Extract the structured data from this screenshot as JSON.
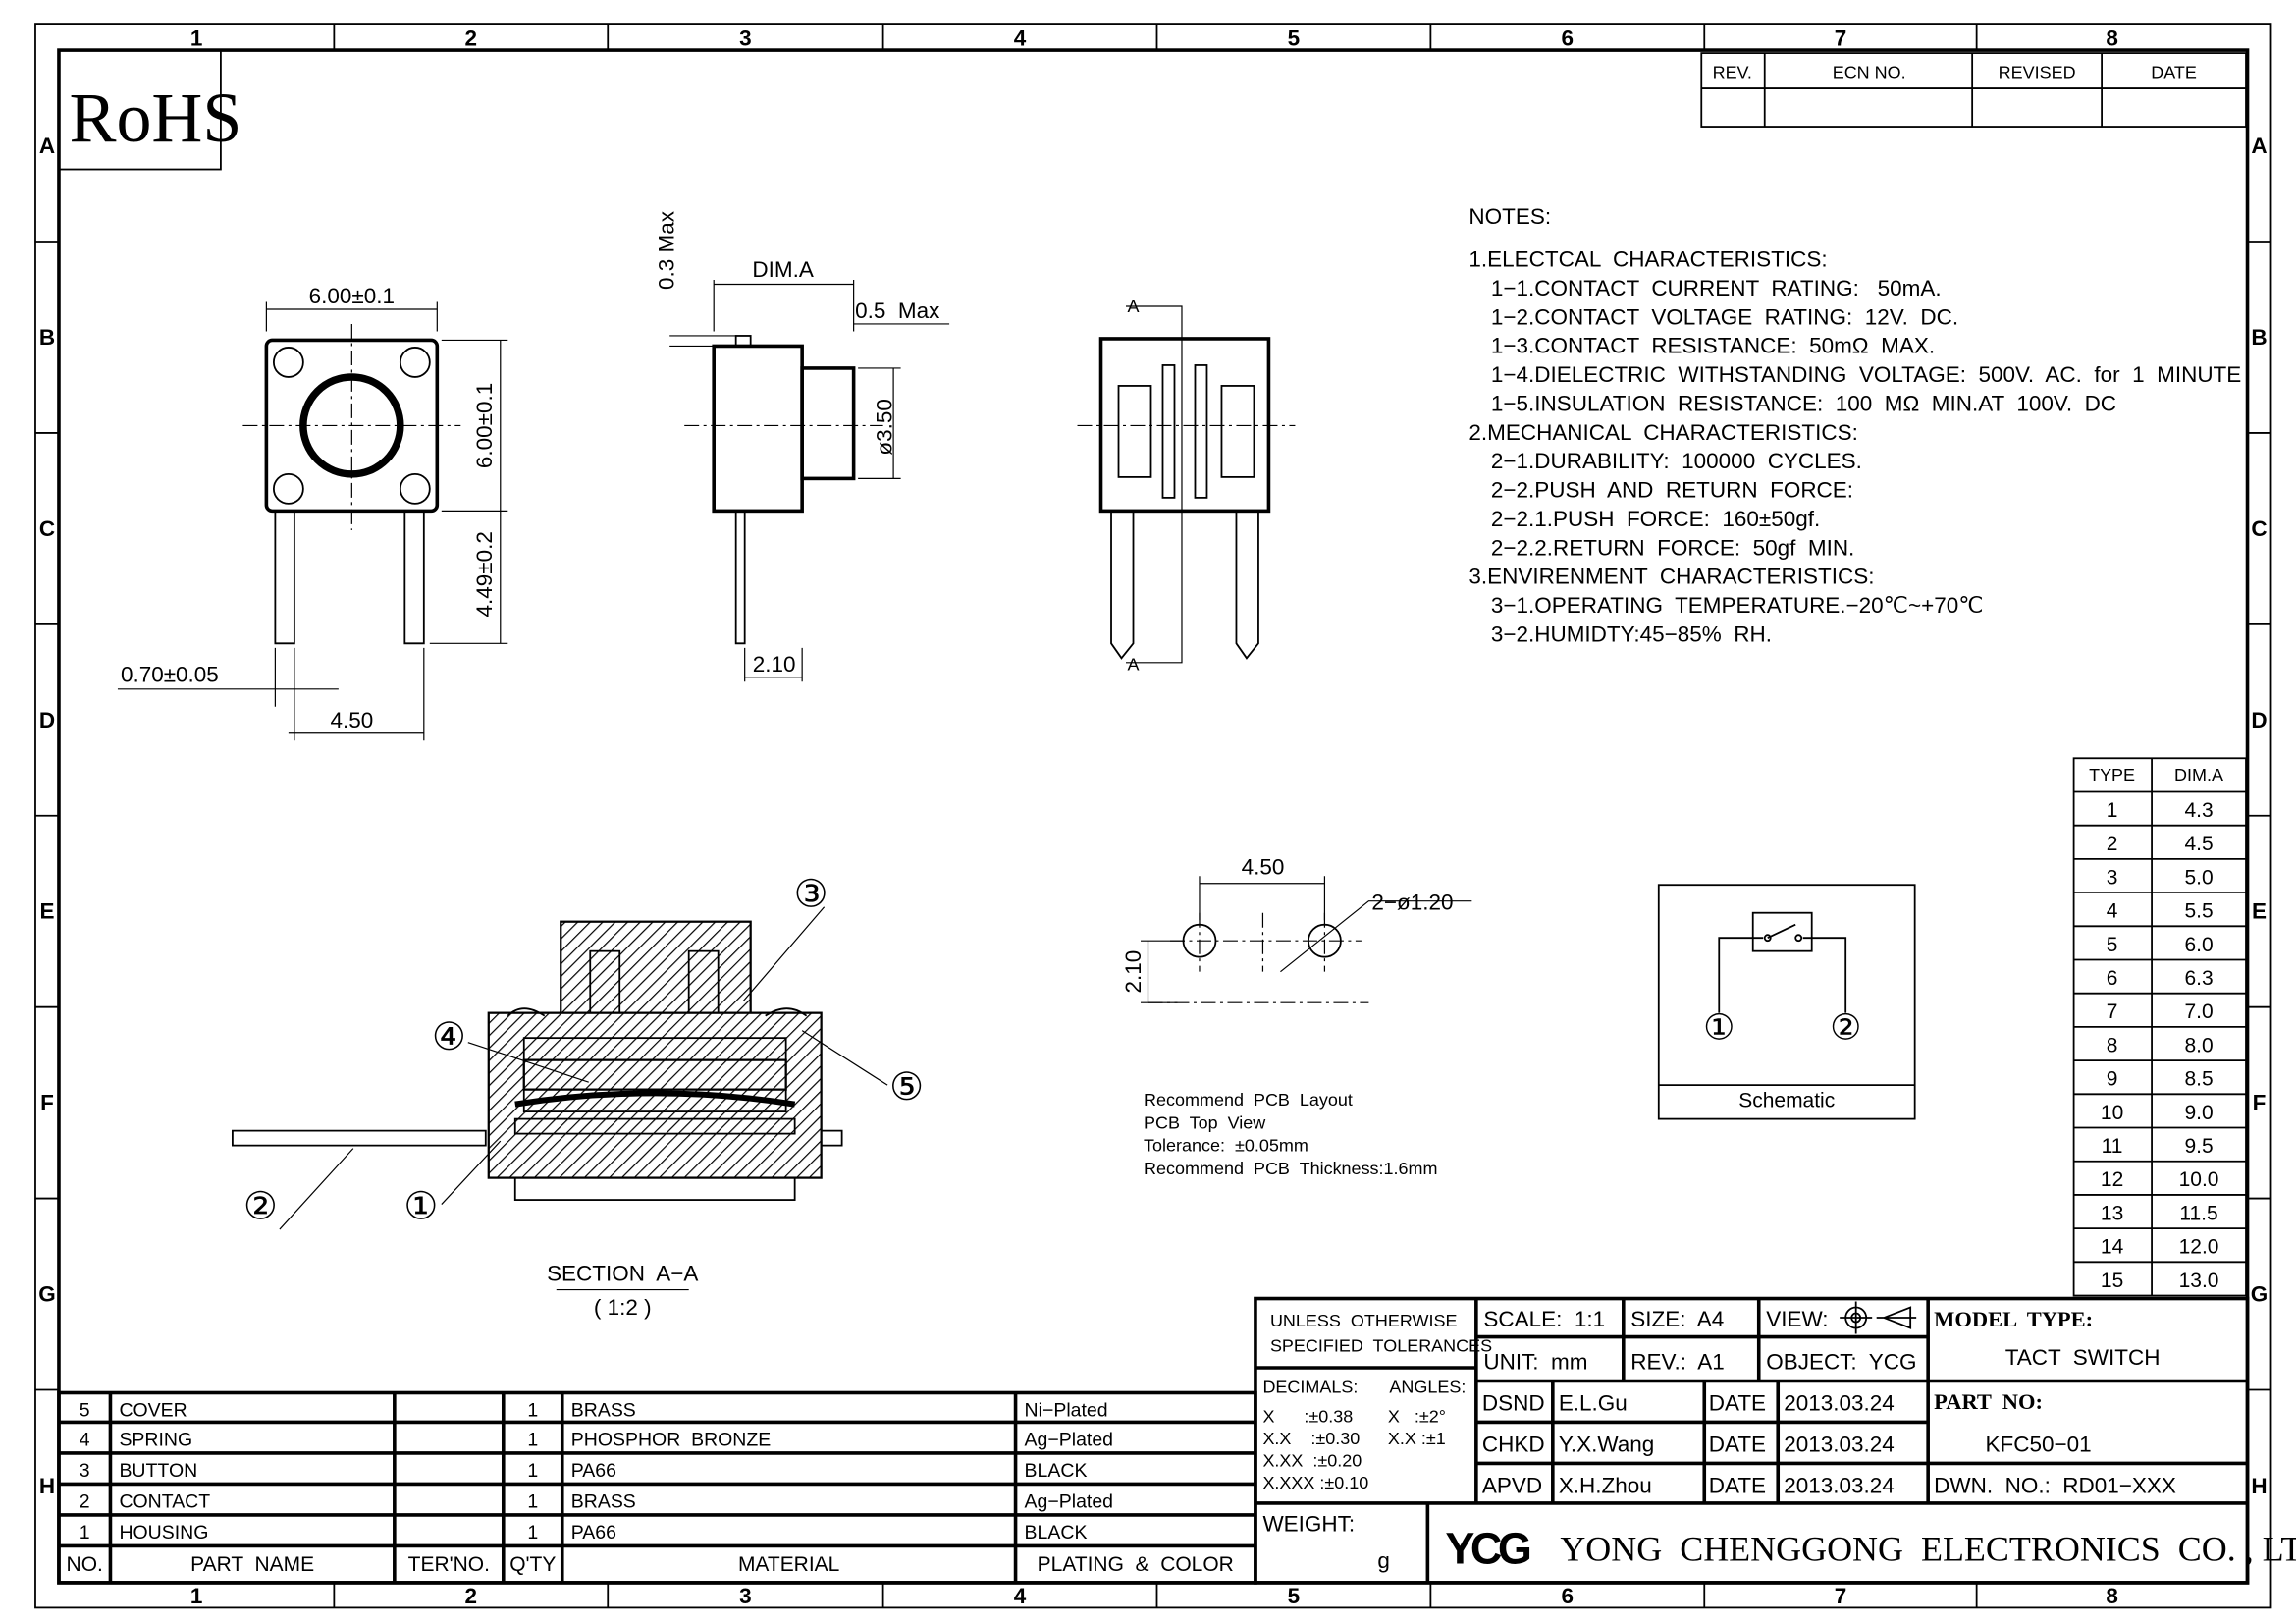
{
  "border": {
    "columns": [
      "1",
      "2",
      "3",
      "4",
      "5",
      "6",
      "7",
      "8"
    ],
    "rows": [
      "A",
      "B",
      "C",
      "D",
      "E",
      "F",
      "G",
      "H"
    ]
  },
  "rohs": "RoHS",
  "revision_table": {
    "headers": [
      "REV.",
      "ECN NO.",
      "REVISED",
      "DATE"
    ]
  },
  "notes": {
    "title": "NOTES:",
    "lines": [
      "1.ELECTCAL  CHARACTERISTICS:",
      "1−1.CONTACT  CURRENT  RATING:   50mA.",
      "1−2.CONTACT  VOLTAGE  RATING:  12V.  DC.",
      "1−3.CONTACT  RESISTANCE:  50mΩ  MAX.",
      "1−4.DIELECTRIC  WITHSTANDING  VOLTAGE:  500V.  AC.  for  1  MINUTE",
      "1−5.INSULATION  RESISTANCE:  100  MΩ  MIN.AT  100V.  DC",
      "2.MECHANICAL  CHARACTERISTICS:",
      "2−1.DURABILITY:  100000  CYCLES.",
      "2−2.PUSH  AND  RETURN  FORCE:",
      "2−2.1.PUSH  FORCE:  160±50gf.",
      "2−2.2.RETURN  FORCE:  50gf  MIN.",
      "3.ENVIRENMENT  CHARACTERISTICS:",
      "3−1.OPERATING  TEMPERATURE.−20℃~+70℃",
      "3−2.HUMIDTY:45−85%  RH."
    ]
  },
  "dims": {
    "top_width": "6.00±0.1",
    "top_height": "6.00±0.1",
    "lead_length": "4.49±0.2",
    "lead_width": "0.70±0.05",
    "lead_pitch": "4.50",
    "max_03": "0.3 Max",
    "dim_a": "DIM.A",
    "max_05": "0.5  Max",
    "dia": "ø3.50",
    "d210": "2.10",
    "sec_a": "A",
    "pcb_pitch": "4.50",
    "pcb_hole": "2−ø1.20",
    "pcb_210": "2.10"
  },
  "section": {
    "title": "SECTION  A−A",
    "scale": "( 1:2 )",
    "callouts": [
      "③",
      "④",
      "⑤",
      "②",
      "①"
    ]
  },
  "pcb_notes": [
    "Recommend  PCB  Layout",
    "PCB  Top  View",
    "Tolerance:  ±0.05mm",
    "Recommend  PCB  Thickness:1.6mm"
  ],
  "schematic": {
    "label": "Schematic",
    "pins": [
      "①",
      "②"
    ]
  },
  "type_table": {
    "headers": [
      "TYPE",
      "DIM.A"
    ],
    "rows": [
      [
        "1",
        "4.3"
      ],
      [
        "2",
        "4.5"
      ],
      [
        "3",
        "5.0"
      ],
      [
        "4",
        "5.5"
      ],
      [
        "5",
        "6.0"
      ],
      [
        "6",
        "6.3"
      ],
      [
        "7",
        "7.0"
      ],
      [
        "8",
        "8.0"
      ],
      [
        "9",
        "8.5"
      ],
      [
        "10",
        "9.0"
      ],
      [
        "11",
        "9.5"
      ],
      [
        "12",
        "10.0"
      ],
      [
        "13",
        "11.5"
      ],
      [
        "14",
        "12.0"
      ],
      [
        "15",
        "13.0"
      ]
    ]
  },
  "parts_table": {
    "headers": [
      "NO.",
      "PART  NAME",
      "TER'NO.",
      "Q'TY",
      "MATERIAL",
      "PLATING  &  COLOR"
    ],
    "rows": [
      [
        "5",
        "COVER",
        "",
        "1",
        "BRASS",
        "Ni−Plated"
      ],
      [
        "4",
        "SPRING",
        "",
        "1",
        "PHOSPHOR  BRONZE",
        "Ag−Plated"
      ],
      [
        "3",
        "BUTTON",
        "",
        "1",
        "PA66",
        "BLACK"
      ],
      [
        "2",
        "CONTACT",
        "",
        "1",
        "BRASS",
        "Ag−Plated"
      ],
      [
        "1",
        "HOUSING",
        "",
        "1",
        "PA66",
        "BLACK"
      ]
    ]
  },
  "title_block": {
    "tolerance_title": [
      "UNLESS  OTHERWISE",
      "SPECIFIED  TOLERANCES"
    ],
    "decimals_label": "DECIMALS:",
    "angles_label": "ANGLES:",
    "decimals": [
      "X      :±0.38",
      "X.X    :±0.30",
      "X.XX  :±0.20",
      "X.XXX :±0.10"
    ],
    "angles": [
      "X   :±2°",
      "X.X :±1"
    ],
    "weight_label": "WEIGHT:",
    "weight_unit": "g",
    "scale": "SCALE:  1:1",
    "size": "SIZE:  A4",
    "view": "VIEW:",
    "unit": "UNIT:  mm",
    "rev": "REV.:  A1",
    "object": "OBJECT:  YCG",
    "model_type_label": "MODEL  TYPE:",
    "model_type": "TACT  SWITCH",
    "part_no_label": "PART  NO:",
    "part_no": "KFC50−01",
    "dwn_no": "DWN.  NO.:  RD01−XXX",
    "signoffs": [
      {
        "role": "DSND",
        "name": "E.L.Gu",
        "date_label": "DATE",
        "date": "2013.03.24"
      },
      {
        "role": "CHKD",
        "name": "Y.X.Wang",
        "date_label": "DATE",
        "date": "2013.03.24"
      },
      {
        "role": "APVD",
        "name": "X.H.Zhou",
        "date_label": "DATE",
        "date": "2013.03.24"
      }
    ],
    "logo": "YCG",
    "company": "YONG  CHENGGONG  ELECTRONICS  CO. , LTD."
  }
}
